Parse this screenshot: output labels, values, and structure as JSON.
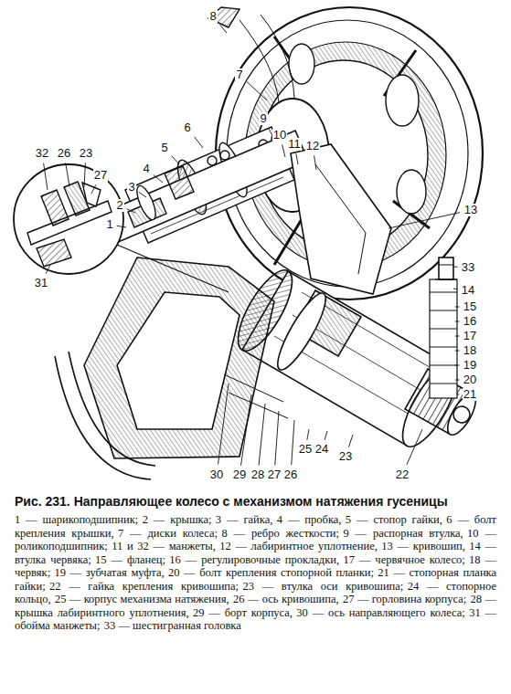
{
  "diagram": {
    "caption": "Рис. 231. Направляющее колесо с механизмом натяжения гусеницы",
    "labels": [
      "8",
      "7",
      "9",
      "6",
      "5",
      "10",
      "11",
      "12",
      "4",
      "3",
      "2",
      "1",
      "32",
      "26",
      "23",
      "27",
      "13",
      "33",
      "14",
      "15",
      "16",
      "17",
      "18",
      "19",
      "20",
      "21",
      "31",
      "22",
      "30",
      "29",
      "28",
      "27",
      "26",
      "25",
      "24",
      "23",
      "1 — шарикоподшипник;",
      "2 — крышка;",
      "3 — гайка,",
      "4 — пробка,",
      "5 — стопор гайки,",
      "6 — болт крепления крышки,",
      "7 — диски колеса;",
      "8 — ребро жесткости;",
      "9 — распорная втулка,",
      "10 — роликоподшипник;",
      "11 и 32 — манжеты,",
      "12 — лабиринтное уплотнение,",
      "13 — кривошип,",
      "14 — втулка червяка;",
      "15 — фланец;",
      "16 — регулировочные прокладки,",
      "17 — червячное колесо;",
      "18 — червяк;",
      "19 — зубчатая муфта,",
      "20 — болт крепления стопорной планки;",
      "21 — стопорная планка гайки;",
      "22 — гайка крепления кривошипа;",
      "23 — втулка оси кривошипа;",
      "24 — стопорное кольцо,",
      "25 — корпус механизма натяжения,",
      "26 — ось кривошипа,",
      "27 — горловина корпуса;",
      "28 — крышка лабиринтного уплотнения,",
      "29 — борт корпуса,",
      "30 — ось направляющего колеса;",
      "31 — обойма манжеты;",
      "33 — шестигранная головка"
    ]
  }
}
